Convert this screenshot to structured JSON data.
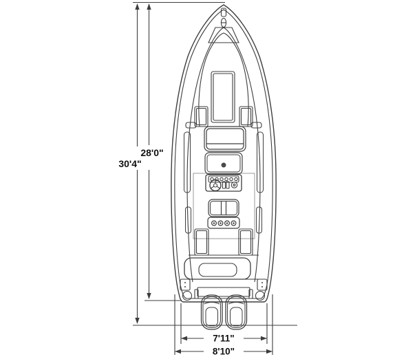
{
  "figure": {
    "kind": "boat-top-view-floorplan",
    "background": "#ffffff",
    "line_color": "#3d3d3d",
    "light_line_color": "#9a9a9a",
    "label_color": "#111111"
  },
  "dimension_labels": {
    "length_hull": "28'0\"",
    "length_overall": "30'4\"",
    "width_transom": "7'11\"",
    "width_beam": "8'10\""
  }
}
